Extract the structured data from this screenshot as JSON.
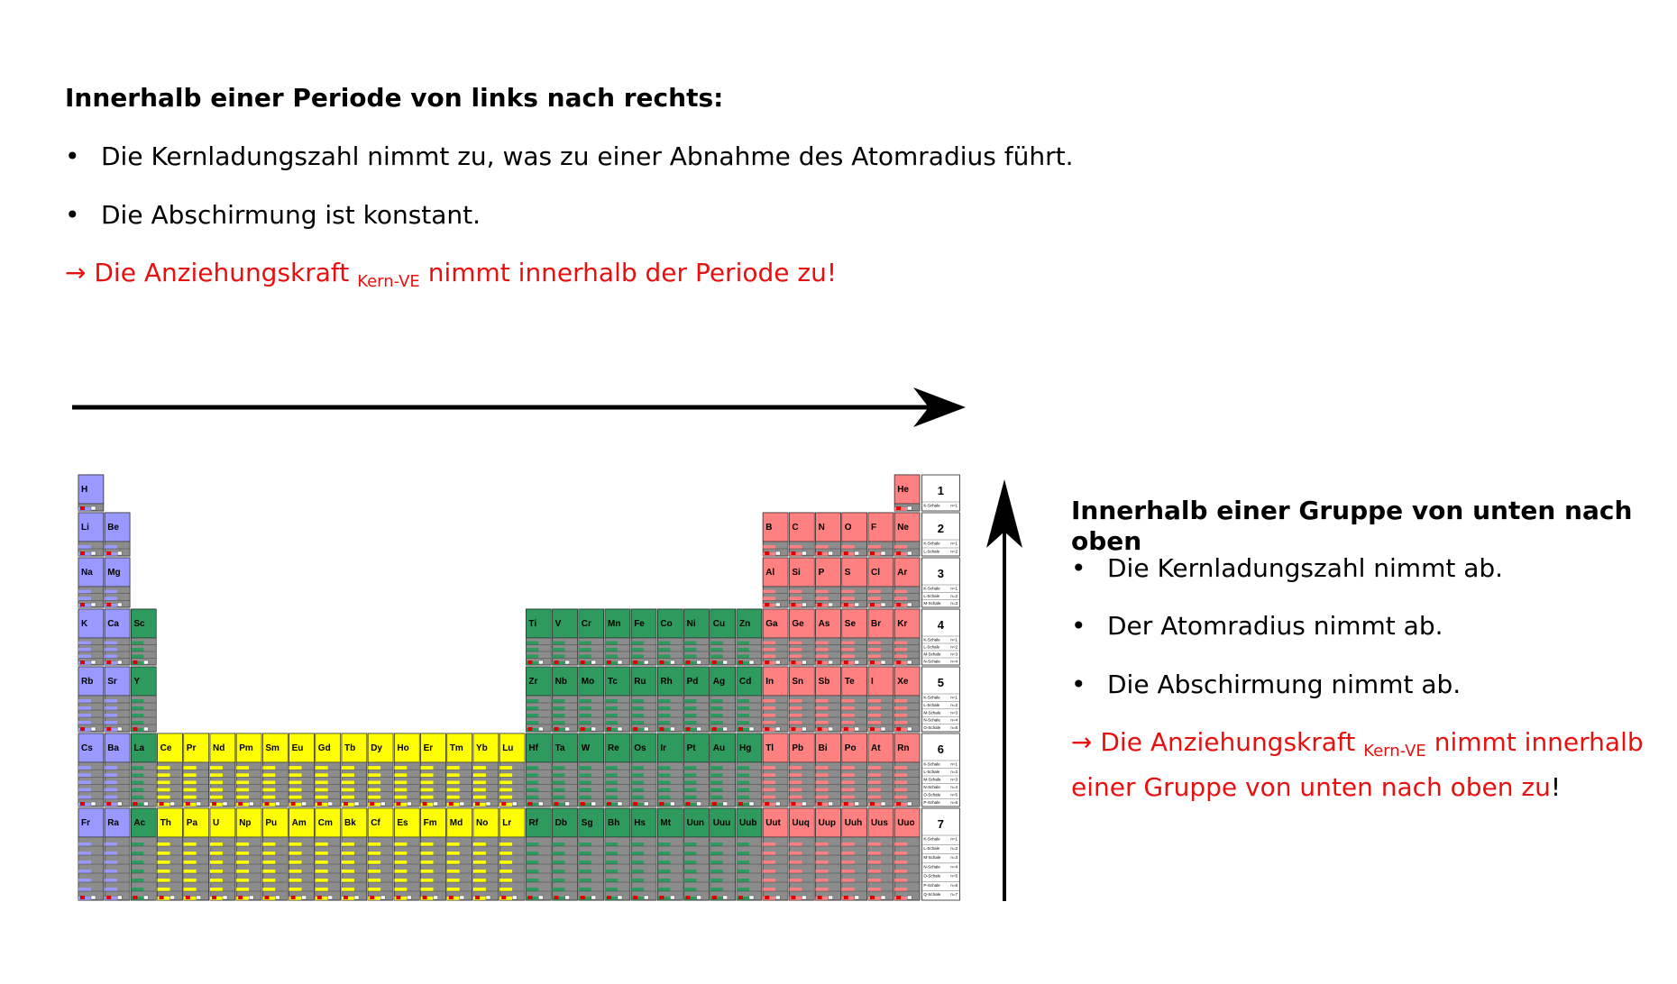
{
  "section_period": {
    "heading": "Innerhalb einer Periode von links nach rechts:",
    "bullets": [
      "Die Kernladungszahl nimmt zu, was zu einer Abnahme des Atomradius führt.",
      "Die Abschirmung ist konstant."
    ],
    "bullet_glyph": "•",
    "conclusion": {
      "arrow": "→",
      "prefix": "Die Anziehungskraft",
      "subscript": "Kern-VE",
      "suffix": "nimmt innerhalb der Periode zu!"
    }
  },
  "section_group": {
    "heading": "Innerhalb einer Gruppe von unten nach oben",
    "bullets": [
      "Die Kernladungszahl nimmt ab.",
      "Der Atomradius nimmt ab.",
      "Die Abschirmung nimmt ab."
    ],
    "bullet_glyph": "•",
    "conclusion": {
      "arrow": "→",
      "prefix": "Die Anziehungskraft",
      "subscript": "Kern-VE",
      "suffix_line1": "nimmt innerhalb",
      "suffix_line2": "einer Gruppe von unten nach oben zu",
      "end_mark": "!"
    }
  },
  "periodic_table": {
    "colors": {
      "s_block": "#9999ff",
      "d_block": "#2e9a5e",
      "f_block": "#ffff00",
      "p_block": "#ff8080",
      "shell_grey": "#8c8c8c",
      "electron_red": "#e00000"
    },
    "period_numbers": [
      "1",
      "2",
      "3",
      "4",
      "5",
      "6",
      "7"
    ],
    "shell_labels": [
      "K-Schale",
      "L-Schale",
      "M-Schale",
      "N-Schale",
      "O-Schale",
      "P-Schale",
      "Q-Schale"
    ],
    "shell_counts": [
      "n=1",
      "n=2",
      "n=3",
      "n=4",
      "n=5",
      "n=6",
      "n=7"
    ],
    "periods": [
      {
        "period": 1,
        "elements": [
          {
            "symbol": "H",
            "block": "s",
            "col": 0
          },
          {
            "symbol": "He",
            "block": "p",
            "col": 31
          }
        ]
      },
      {
        "period": 2,
        "elements": [
          {
            "symbol": "Li",
            "block": "s",
            "col": 0
          },
          {
            "symbol": "Be",
            "block": "s",
            "col": 1
          },
          {
            "symbol": "B",
            "block": "p",
            "col": 26
          },
          {
            "symbol": "C",
            "block": "p",
            "col": 27
          },
          {
            "symbol": "N",
            "block": "p",
            "col": 28
          },
          {
            "symbol": "O",
            "block": "p",
            "col": 29
          },
          {
            "symbol": "F",
            "block": "p",
            "col": 30
          },
          {
            "symbol": "Ne",
            "block": "p",
            "col": 31
          }
        ]
      },
      {
        "period": 3,
        "elements": [
          {
            "symbol": "Na",
            "block": "s",
            "col": 0
          },
          {
            "symbol": "Mg",
            "block": "s",
            "col": 1
          },
          {
            "symbol": "Al",
            "block": "p",
            "col": 26
          },
          {
            "symbol": "Si",
            "block": "p",
            "col": 27
          },
          {
            "symbol": "P",
            "block": "p",
            "col": 28
          },
          {
            "symbol": "S",
            "block": "p",
            "col": 29
          },
          {
            "symbol": "Cl",
            "block": "p",
            "col": 30
          },
          {
            "symbol": "Ar",
            "block": "p",
            "col": 31
          }
        ]
      },
      {
        "period": 4,
        "elements": [
          {
            "symbol": "K",
            "block": "s",
            "col": 0
          },
          {
            "symbol": "Ca",
            "block": "s",
            "col": 1
          },
          {
            "symbol": "Sc",
            "block": "d",
            "col": 2
          },
          {
            "symbol": "Ti",
            "block": "d",
            "col": 17
          },
          {
            "symbol": "V",
            "block": "d",
            "col": 18
          },
          {
            "symbol": "Cr",
            "block": "d",
            "col": 19
          },
          {
            "symbol": "Mn",
            "block": "d",
            "col": 20
          },
          {
            "symbol": "Fe",
            "block": "d",
            "col": 21
          },
          {
            "symbol": "Co",
            "block": "d",
            "col": 22
          },
          {
            "symbol": "Ni",
            "block": "d",
            "col": 23
          },
          {
            "symbol": "Cu",
            "block": "d",
            "col": 24
          },
          {
            "symbol": "Zn",
            "block": "d",
            "col": 25
          },
          {
            "symbol": "Ga",
            "block": "p",
            "col": 26
          },
          {
            "symbol": "Ge",
            "block": "p",
            "col": 27
          },
          {
            "symbol": "As",
            "block": "p",
            "col": 28
          },
          {
            "symbol": "Se",
            "block": "p",
            "col": 29
          },
          {
            "symbol": "Br",
            "block": "p",
            "col": 30
          },
          {
            "symbol": "Kr",
            "block": "p",
            "col": 31
          }
        ]
      },
      {
        "period": 5,
        "elements": [
          {
            "symbol": "Rb",
            "block": "s",
            "col": 0
          },
          {
            "symbol": "Sr",
            "block": "s",
            "col": 1
          },
          {
            "symbol": "Y",
            "block": "d",
            "col": 2
          },
          {
            "symbol": "Zr",
            "block": "d",
            "col": 17
          },
          {
            "symbol": "Nb",
            "block": "d",
            "col": 18
          },
          {
            "symbol": "Mo",
            "block": "d",
            "col": 19
          },
          {
            "symbol": "Tc",
            "block": "d",
            "col": 20
          },
          {
            "symbol": "Ru",
            "block": "d",
            "col": 21
          },
          {
            "symbol": "Rh",
            "block": "d",
            "col": 22
          },
          {
            "symbol": "Pd",
            "block": "d",
            "col": 23
          },
          {
            "symbol": "Ag",
            "block": "d",
            "col": 24
          },
          {
            "symbol": "Cd",
            "block": "d",
            "col": 25
          },
          {
            "symbol": "In",
            "block": "p",
            "col": 26
          },
          {
            "symbol": "Sn",
            "block": "p",
            "col": 27
          },
          {
            "symbol": "Sb",
            "block": "p",
            "col": 28
          },
          {
            "symbol": "Te",
            "block": "p",
            "col": 29
          },
          {
            "symbol": "I",
            "block": "p",
            "col": 30
          },
          {
            "symbol": "Xe",
            "block": "p",
            "col": 31
          }
        ]
      },
      {
        "period": 6,
        "elements": [
          {
            "symbol": "Cs",
            "block": "s",
            "col": 0
          },
          {
            "symbol": "Ba",
            "block": "s",
            "col": 1
          },
          {
            "symbol": "La",
            "block": "d",
            "col": 2
          },
          {
            "symbol": "Ce",
            "block": "f",
            "col": 3
          },
          {
            "symbol": "Pr",
            "block": "f",
            "col": 4
          },
          {
            "symbol": "Nd",
            "block": "f",
            "col": 5
          },
          {
            "symbol": "Pm",
            "block": "f",
            "col": 6
          },
          {
            "symbol": "Sm",
            "block": "f",
            "col": 7
          },
          {
            "symbol": "Eu",
            "block": "f",
            "col": 8
          },
          {
            "symbol": "Gd",
            "block": "f",
            "col": 9
          },
          {
            "symbol": "Tb",
            "block": "f",
            "col": 10
          },
          {
            "symbol": "Dy",
            "block": "f",
            "col": 11
          },
          {
            "symbol": "Ho",
            "block": "f",
            "col": 12
          },
          {
            "symbol": "Er",
            "block": "f",
            "col": 13
          },
          {
            "symbol": "Tm",
            "block": "f",
            "col": 14
          },
          {
            "symbol": "Yb",
            "block": "f",
            "col": 15
          },
          {
            "symbol": "Lu",
            "block": "f",
            "col": 16
          },
          {
            "symbol": "Hf",
            "block": "d",
            "col": 17
          },
          {
            "symbol": "Ta",
            "block": "d",
            "col": 18
          },
          {
            "symbol": "W",
            "block": "d",
            "col": 19
          },
          {
            "symbol": "Re",
            "block": "d",
            "col": 20
          },
          {
            "symbol": "Os",
            "block": "d",
            "col": 21
          },
          {
            "symbol": "Ir",
            "block": "d",
            "col": 22
          },
          {
            "symbol": "Pt",
            "block": "d",
            "col": 23
          },
          {
            "symbol": "Au",
            "block": "d",
            "col": 24
          },
          {
            "symbol": "Hg",
            "block": "d",
            "col": 25
          },
          {
            "symbol": "Tl",
            "block": "p",
            "col": 26
          },
          {
            "symbol": "Pb",
            "block": "p",
            "col": 27
          },
          {
            "symbol": "Bi",
            "block": "p",
            "col": 28
          },
          {
            "symbol": "Po",
            "block": "p",
            "col": 29
          },
          {
            "symbol": "At",
            "block": "p",
            "col": 30
          },
          {
            "symbol": "Rn",
            "block": "p",
            "col": 31
          }
        ]
      },
      {
        "period": 7,
        "elements": [
          {
            "symbol": "Fr",
            "block": "s",
            "col": 0
          },
          {
            "symbol": "Ra",
            "block": "s",
            "col": 1
          },
          {
            "symbol": "Ac",
            "block": "d",
            "col": 2
          },
          {
            "symbol": "Th",
            "block": "f",
            "col": 3
          },
          {
            "symbol": "Pa",
            "block": "f",
            "col": 4
          },
          {
            "symbol": "U",
            "block": "f",
            "col": 5
          },
          {
            "symbol": "Np",
            "block": "f",
            "col": 6
          },
          {
            "symbol": "Pu",
            "block": "f",
            "col": 7
          },
          {
            "symbol": "Am",
            "block": "f",
            "col": 8
          },
          {
            "symbol": "Cm",
            "block": "f",
            "col": 9
          },
          {
            "symbol": "Bk",
            "block": "f",
            "col": 10
          },
          {
            "symbol": "Cf",
            "block": "f",
            "col": 11
          },
          {
            "symbol": "Es",
            "block": "f",
            "col": 12
          },
          {
            "symbol": "Fm",
            "block": "f",
            "col": 13
          },
          {
            "symbol": "Md",
            "block": "f",
            "col": 14
          },
          {
            "symbol": "No",
            "block": "f",
            "col": 15
          },
          {
            "symbol": "Lr",
            "block": "f",
            "col": 16
          },
          {
            "symbol": "Rf",
            "block": "d",
            "col": 17
          },
          {
            "symbol": "Db",
            "block": "d",
            "col": 18
          },
          {
            "symbol": "Sg",
            "block": "d",
            "col": 19
          },
          {
            "symbol": "Bh",
            "block": "d",
            "col": 20
          },
          {
            "symbol": "Hs",
            "block": "d",
            "col": 21
          },
          {
            "symbol": "Mt",
            "block": "d",
            "col": 22
          },
          {
            "symbol": "Uun",
            "block": "d",
            "col": 23
          },
          {
            "symbol": "Uuu",
            "block": "d",
            "col": 24
          },
          {
            "symbol": "Uub",
            "block": "d",
            "col": 25
          },
          {
            "symbol": "Uut",
            "block": "p",
            "col": 26
          },
          {
            "symbol": "Uuq",
            "block": "p",
            "col": 27
          },
          {
            "symbol": "Uup",
            "block": "p",
            "col": 28
          },
          {
            "symbol": "Uuh",
            "block": "p",
            "col": 29
          },
          {
            "symbol": "Uus",
            "block": "p",
            "col": 30
          },
          {
            "symbol": "Uuo",
            "block": "p",
            "col": 31
          }
        ]
      }
    ]
  }
}
